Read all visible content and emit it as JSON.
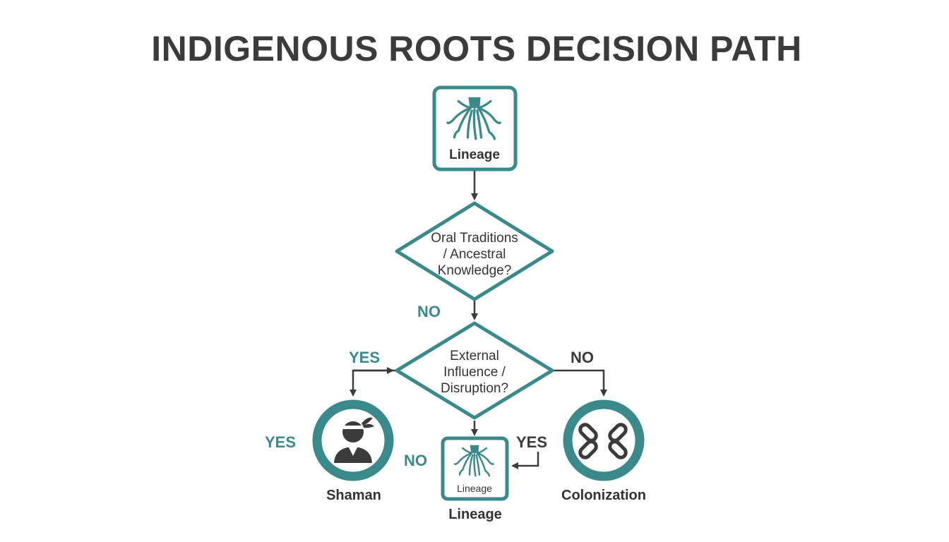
{
  "title": "INDIGENOUS ROOTS DECISION PATH",
  "colors": {
    "teal": "#3a8a8c",
    "dark": "#3b3b3b",
    "background": "#ffffff"
  },
  "nodes": {
    "lineage_top": {
      "label": "Lineage",
      "icon": "roots-icon"
    },
    "oral_traditions": {
      "lines": [
        "Oral Traditions",
        "/ Ancestral",
        "Knowledge?"
      ]
    },
    "external_influence": {
      "lines": [
        "External",
        "Influence /",
        "Disruption?"
      ]
    },
    "shaman": {
      "label": "Shaman",
      "icon": "shaman-icon"
    },
    "lineage_bottom": {
      "inner_label": "Lineage",
      "label": "Lineage",
      "icon": "roots-icon"
    },
    "colonization": {
      "label": "Colonization",
      "icon": "broken-chain-icon"
    }
  },
  "edge_labels": {
    "oral_no": "NO",
    "external_yes": "YES",
    "external_no": "NO",
    "shaman_yes": "YES",
    "lineage_no": "NO",
    "lineage_yes": "YES"
  }
}
